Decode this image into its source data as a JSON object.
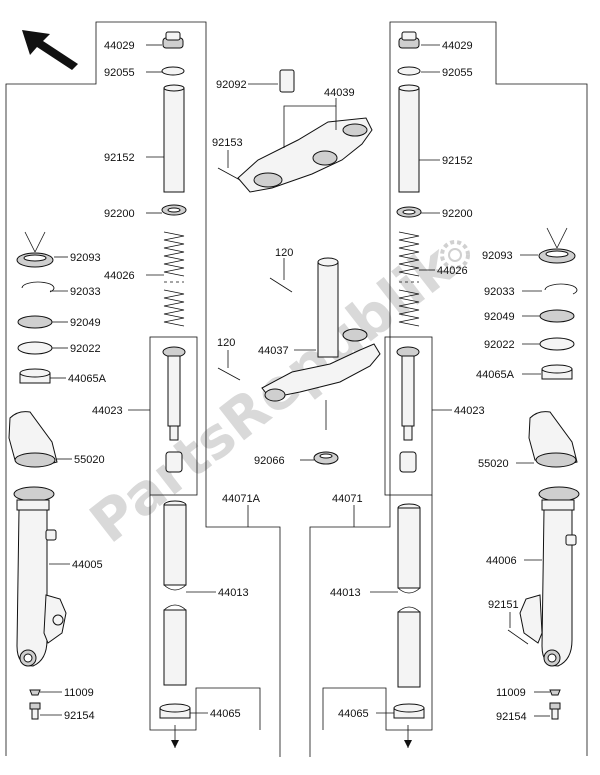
{
  "watermark": "PartsRepublik",
  "labels": {
    "l44029": "44029",
    "l92055": "92055",
    "l92152": "92152",
    "l92200": "92200",
    "l92093": "92093",
    "l44026": "44026",
    "l92033": "92033",
    "l92049": "92049",
    "l92022": "92022",
    "l44065A": "44065A",
    "l44023": "44023",
    "l55020": "55020",
    "l44005": "44005",
    "l11009": "11009",
    "l92154": "92154",
    "l44071A": "44071A",
    "l44013": "44013",
    "l44065": "44065",
    "l92092": "92092",
    "l44039": "44039",
    "l92153": "92153",
    "l120": "120",
    "l44037": "44037",
    "l92066": "92066",
    "l44071": "44071",
    "l44006": "44006",
    "l92151": "92151"
  },
  "icons": {
    "direction": "arrow-up-left-icon",
    "logo": "gear-logo-icon"
  }
}
